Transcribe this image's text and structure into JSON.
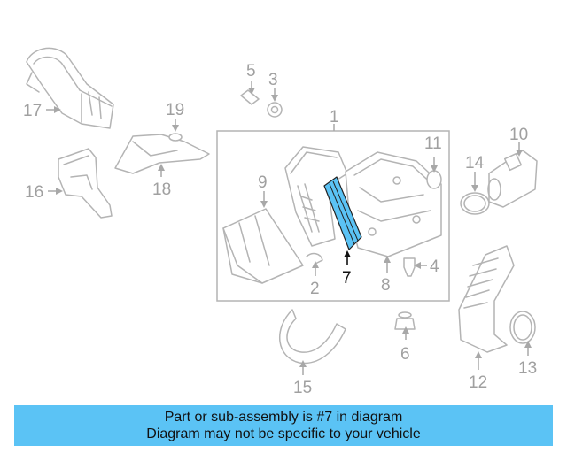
{
  "callouts": {
    "c1": "1",
    "c2": "2",
    "c3": "3",
    "c4": "4",
    "c5": "5",
    "c6": "6",
    "c7": "7",
    "c8": "8",
    "c9": "9",
    "c10": "10",
    "c11": "11",
    "c12": "12",
    "c13": "13",
    "c14": "14",
    "c15": "15",
    "c16": "16",
    "c17": "17",
    "c18": "18",
    "c19": "19"
  },
  "highlighted_part": "7",
  "colors": {
    "highlight_fill": "#5bc3f5",
    "banner_bg": "#5bc3f5",
    "line_art": "#b4b4b4"
  },
  "banner": {
    "line1": "Part or sub-assembly is #7 in diagram",
    "line2": "Diagram may not be specific to your vehicle"
  }
}
